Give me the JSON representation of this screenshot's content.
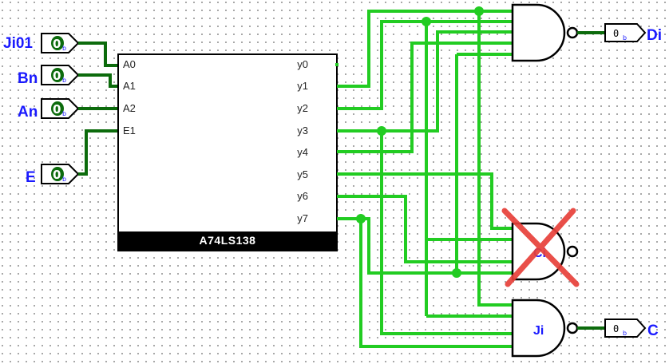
{
  "inputs": [
    {
      "name": "Ji01",
      "value": "0",
      "suffix": "b"
    },
    {
      "name": "Bn",
      "value": "0",
      "suffix": "b"
    },
    {
      "name": "An",
      "value": "0",
      "suffix": "b"
    },
    {
      "name": "E",
      "value": "0",
      "suffix": "b"
    }
  ],
  "chip": {
    "name": "A74LS138",
    "left_pins": [
      "A0",
      "A1",
      "A2",
      "E1"
    ],
    "right_pins": [
      "y0",
      "y1",
      "y2",
      "y3",
      "y4",
      "y5",
      "y6",
      "y7"
    ]
  },
  "gates": [
    {
      "label": "",
      "output": "Di",
      "deleted": false
    },
    {
      "label": "Ci",
      "output": "",
      "deleted": true
    },
    {
      "label": "Ji",
      "output": "C",
      "deleted": false
    }
  ],
  "outputs": [
    {
      "name": "Di",
      "value": "0",
      "suffix": "b"
    },
    {
      "name": "C",
      "value": "0",
      "suffix": "b"
    }
  ],
  "colors": {
    "wire_active": "#22cc22",
    "wire_dark": "#0c6b0c",
    "label": "#1a1aff",
    "cross": "#e8413a",
    "chip_bar": "#000000"
  }
}
